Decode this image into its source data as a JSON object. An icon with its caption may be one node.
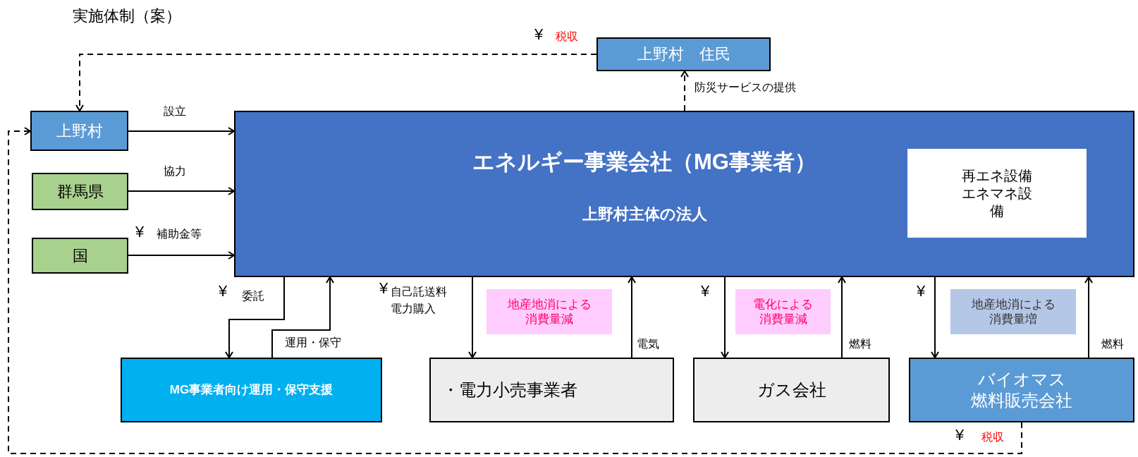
{
  "diagram": {
    "title": "実施体制（案）",
    "nodes": [
      {
        "text": [
          "上野村　住民"
        ]
      },
      {
        "text": [
          "上野村"
        ]
      },
      {
        "text": [
          "群馬県"
        ]
      },
      {
        "text": [
          "国"
        ]
      },
      {
        "text": [
          "エネルギー事業会社（MG事業者）",
          "上野村主体の法人"
        ]
      },
      {
        "text": [
          "再エネ設備エネマネ設備"
        ],
        "in": 4
      },
      {
        "text": [
          "MG事業者向け運用・保守支援"
        ]
      },
      {
        "text": [
          "・電力小売事業者"
        ]
      },
      {
        "text": [
          "ガス会社"
        ]
      },
      {
        "text": [
          "バイオマス燃料販売会社"
        ]
      },
      {
        "text": [
          "地産地消による消費量減"
        ]
      },
      {
        "text": [
          "電化による消費量減"
        ]
      },
      {
        "text": [
          "地産地消による消費量増"
        ]
      }
    ],
    "edges": [
      {
        "from": 1,
        "to": 4,
        "arrow": "to",
        "label": "設立"
      },
      {
        "from": 2,
        "to": 4,
        "arrow": "to",
        "label": "協力"
      },
      {
        "from": 3,
        "to": 4,
        "arrow": "to",
        "label": "補助金等"
      },
      {
        "from": 0,
        "to": 1,
        "arrow": "to",
        "label": "税収",
        "style": "dashed"
      },
      {
        "from": 4,
        "to": 0,
        "arrow": "to",
        "label": "防災サービスの提供",
        "style": "dashed"
      },
      {
        "from": 9,
        "to": 1,
        "arrow": "to",
        "label": "税収",
        "style": "dashed"
      },
      {
        "from": 4,
        "to": 6,
        "arrow": "to",
        "label": "委託"
      },
      {
        "from": 6,
        "to": 4,
        "arrow": "to",
        "label": "運用・保守"
      },
      {
        "from": 4,
        "to": 7,
        "arrow": "to",
        "label": "自己託送料電力購入"
      },
      {
        "from": 7,
        "to": 4,
        "arrow": "to",
        "label": "電気"
      },
      {
        "from": 4,
        "to": 8,
        "arrow": "to"
      },
      {
        "from": 8,
        "to": 4,
        "arrow": "to",
        "label": "燃料"
      },
      {
        "from": 4,
        "to": 9,
        "arrow": "to"
      },
      {
        "from": 9,
        "to": 4,
        "arrow": "to",
        "label": "燃料"
      }
    ],
    "labels": [
      "¥",
      "¥",
      "¥",
      "¥",
      "¥",
      "¥",
      "¥"
    ]
  }
}
